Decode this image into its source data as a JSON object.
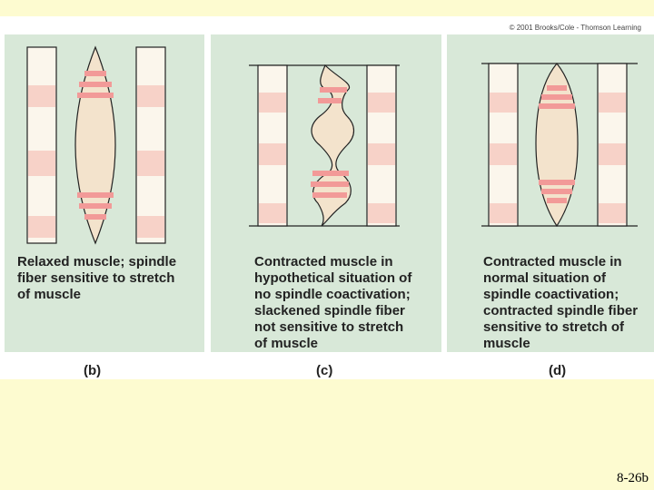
{
  "copyright": "© 2001 Brooks/Cole - Thomson Learning",
  "panels": [
    {
      "letter": "(b)",
      "caption": "Relaxed muscle; spindle\nfiber sensitive to stretch\nof muscle"
    },
    {
      "letter": "(c)",
      "caption": "Contracted muscle in\nhypothetical situation of\nno spindle coactivation;\nslackened spindle fiber\nnot sensitive to stretch\nof muscle"
    },
    {
      "letter": "(d)",
      "caption": "Contracted muscle in\nnormal situation of\nspindle coactivation;\ncontracted spindle fiber\nsensitive to stretch of\nmuscle"
    }
  ],
  "slide_number": "8-26b",
  "colors": {
    "slide_background": "#fdfbd0",
    "panel_background": "#d8e8d8",
    "fiber_cream": "#fbf6ec",
    "fiber_band": "#f7d2c8",
    "spindle_fill": "#f3e3cc",
    "spindle_stripe": "#f29a98",
    "outline": "#222222"
  }
}
